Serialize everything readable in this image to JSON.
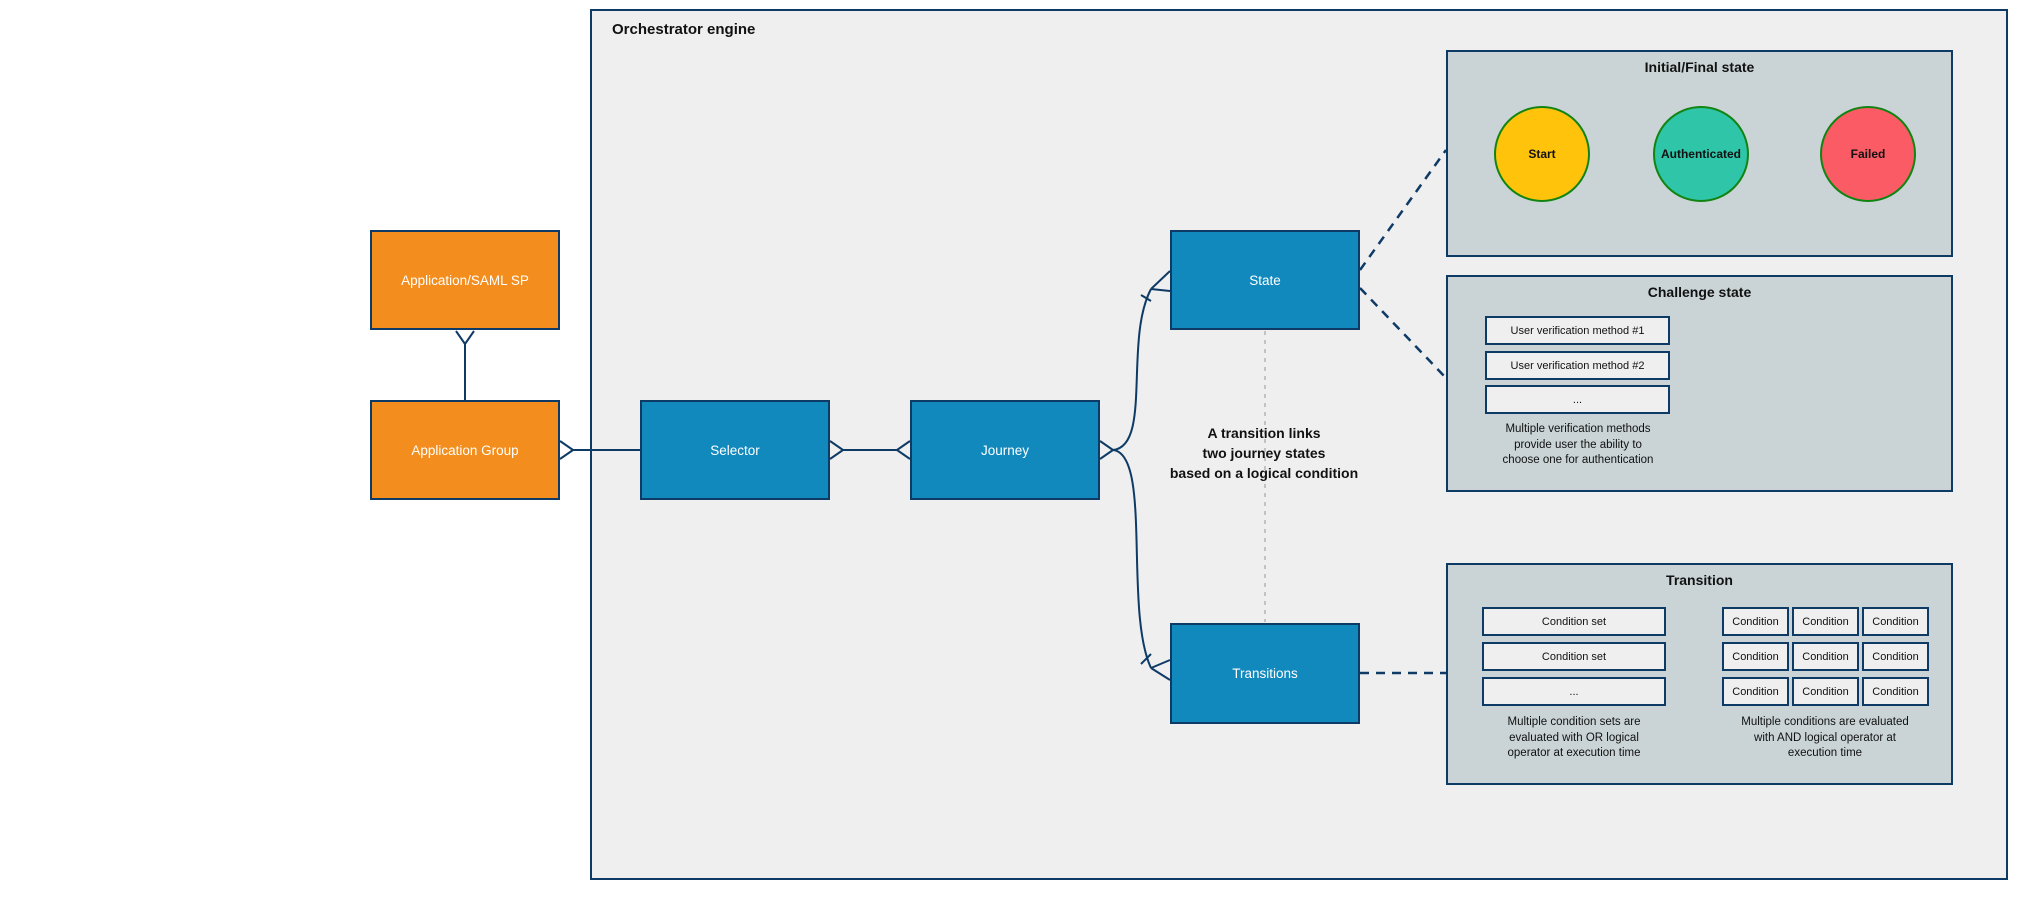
{
  "orchestrator": {
    "title": "Orchestrator engine"
  },
  "nodes": {
    "app_saml": "Application/SAML SP",
    "app_group": "Application Group",
    "selector": "Selector",
    "journey": "Journey",
    "state": "State",
    "transitions": "Transitions"
  },
  "annotation": {
    "lines": [
      "A transition links",
      "two journey states",
      "based on a logical condition"
    ]
  },
  "panels": {
    "initial_final": {
      "title": "Initial/Final state",
      "states": [
        {
          "label": "Start",
          "color": "#FFC30B"
        },
        {
          "label": "Authenticated",
          "color": "#2EC5A8"
        },
        {
          "label": "Failed",
          "color": "#FA5B65"
        }
      ]
    },
    "challenge": {
      "title": "Challenge state",
      "methods": [
        "User verification method #1",
        "User verification method #2",
        "..."
      ],
      "caption": [
        "Multiple verification methods",
        "provide user the ability to",
        "choose one for authentication"
      ]
    },
    "transition": {
      "title": "Transition",
      "condition_sets": [
        "Condition set",
        "Condition set",
        "..."
      ],
      "conditions": [
        [
          "Condition",
          "Condition",
          "Condition"
        ],
        [
          "Condition",
          "Condition",
          "Condition"
        ],
        [
          "Condition",
          "Condition",
          "Condition"
        ]
      ],
      "caption_or": [
        "Multiple condition sets are",
        "evaluated with OR logical",
        "operator at execution time"
      ],
      "caption_and": [
        "Multiple conditions are evaluated",
        "with AND logical operator at",
        "execution time"
      ]
    }
  },
  "colors": {
    "navy_border": "#0E3A66",
    "node_blue": "#1189BD",
    "node_orange": "#F28D1E",
    "container_fill": "#EFEFEF",
    "panel_fill": "#CAD4D6",
    "inner_box_fill": "#EFEFEF",
    "circle_border_green": "#128412",
    "gray_dashed_line": "#B4B4B4"
  }
}
